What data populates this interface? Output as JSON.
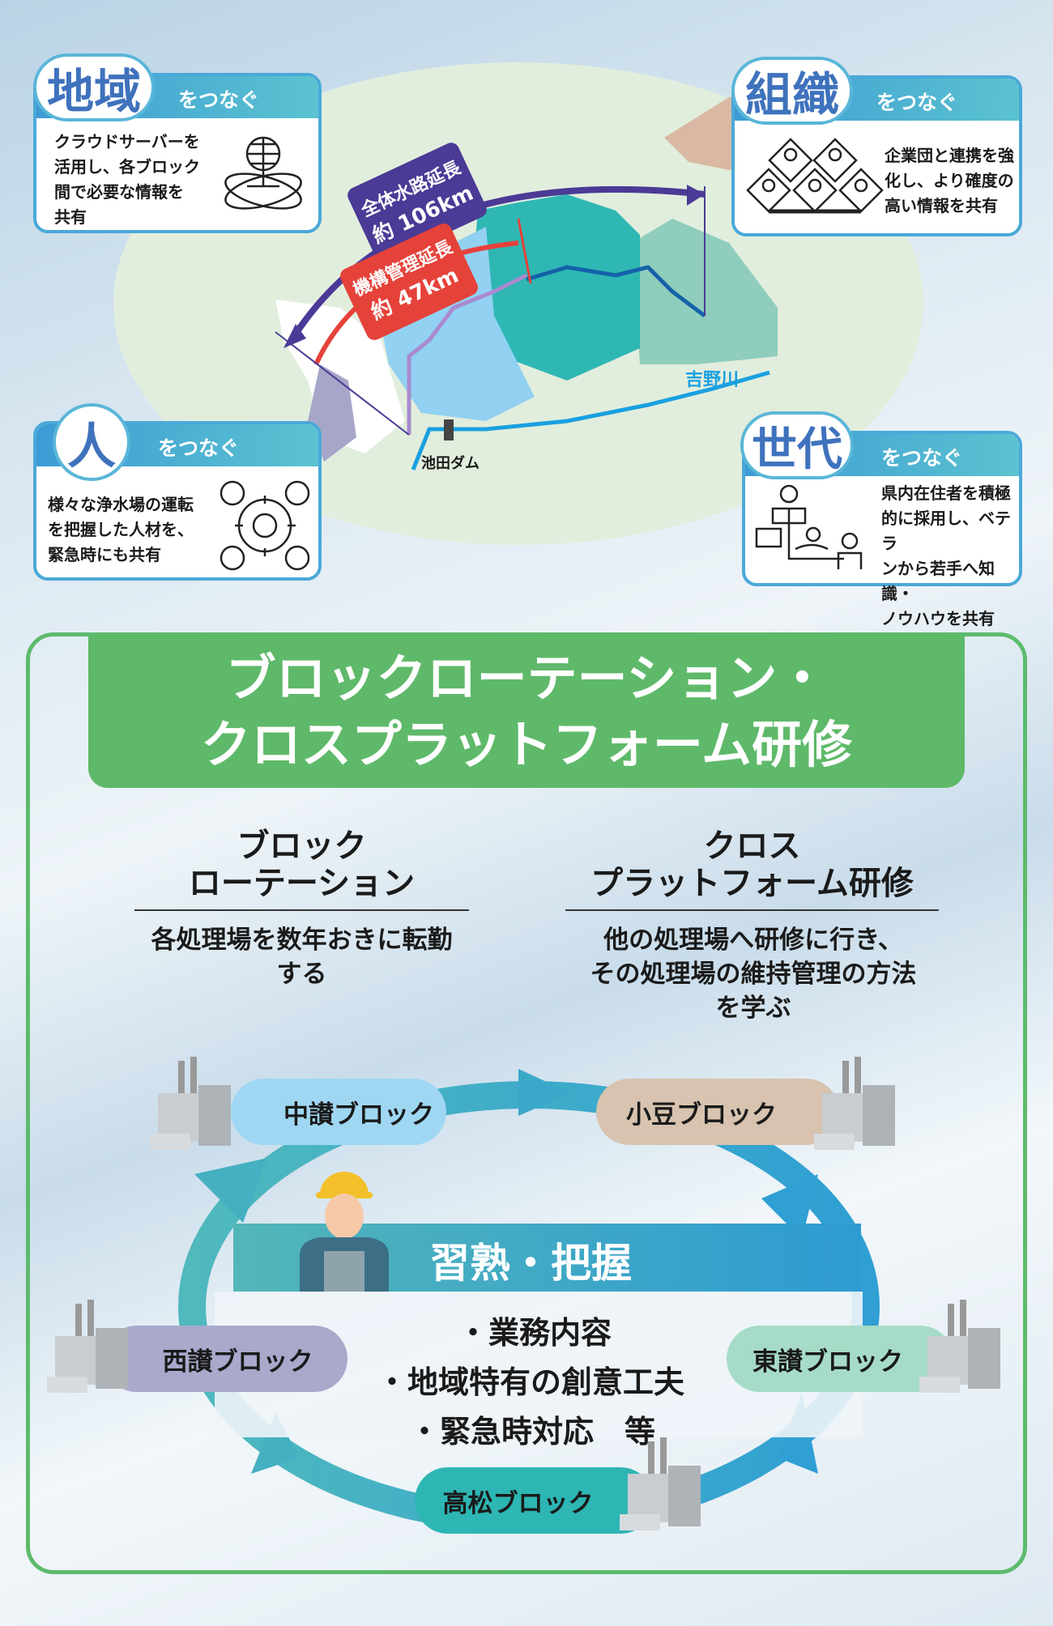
{
  "map": {
    "total_label": "全体水路延長",
    "total_value": "約 106km",
    "managed_label": "機構管理延長",
    "managed_value": "約 47km",
    "river_label": "吉野川",
    "dam_label": "池田ダム",
    "colors": {
      "total": "#4b3a96",
      "managed": "#e5423a",
      "river": "#1aa0e0"
    }
  },
  "cards": [
    {
      "badge": "地域",
      "sub": "をつなぐ",
      "text": "クラウドサーバーを\n活用し、各ブロック\n間で必要な情報を\n共有",
      "icon": "globe-network-icon"
    },
    {
      "badge": "組織",
      "sub": "をつなぐ",
      "text": "企業団と連携を強\n化し、より確度の\n高い情報を共有",
      "icon": "team-network-icon"
    },
    {
      "badge": "人",
      "sub": "をつなぐ",
      "text": "様々な浄水場の運転\nを把握した人材を、\n緊急時にも共有",
      "icon": "people-circle-icon"
    },
    {
      "badge": "世代",
      "sub": "をつなぐ",
      "text": "県内在住者を積極\n的に採用し、ベテラ\nンから若手へ知識・\nノウハウを共有",
      "icon": "mentor-handover-icon"
    }
  ],
  "section": {
    "title": "ブロックローテーション・\nクロスプラットフォーム研修",
    "left": {
      "heading": "ブロック\nローテーション",
      "desc": "各処理場を数年おきに転勤\nする"
    },
    "right": {
      "heading": "クロス\nプラットフォーム研修",
      "desc": "他の処理場へ研修に行き、\nその処理場の維持管理の方法\nを学ぶ"
    }
  },
  "cycle": {
    "center_title": "習熟・把握",
    "bullets": [
      "・業務内容",
      "・地域特有の創意工夫",
      "・緊急時対応　等"
    ],
    "blocks": [
      {
        "label": "中讃ブロック",
        "color": "#9fd7f3"
      },
      {
        "label": "小豆ブロック",
        "color": "#d7c3af"
      },
      {
        "label": "西讃ブロック",
        "color": "#a8a9cb"
      },
      {
        "label": "東讃ブロック",
        "color": "#a6dcc7"
      },
      {
        "label": "高松ブロック",
        "color": "#2db6b3"
      }
    ]
  }
}
